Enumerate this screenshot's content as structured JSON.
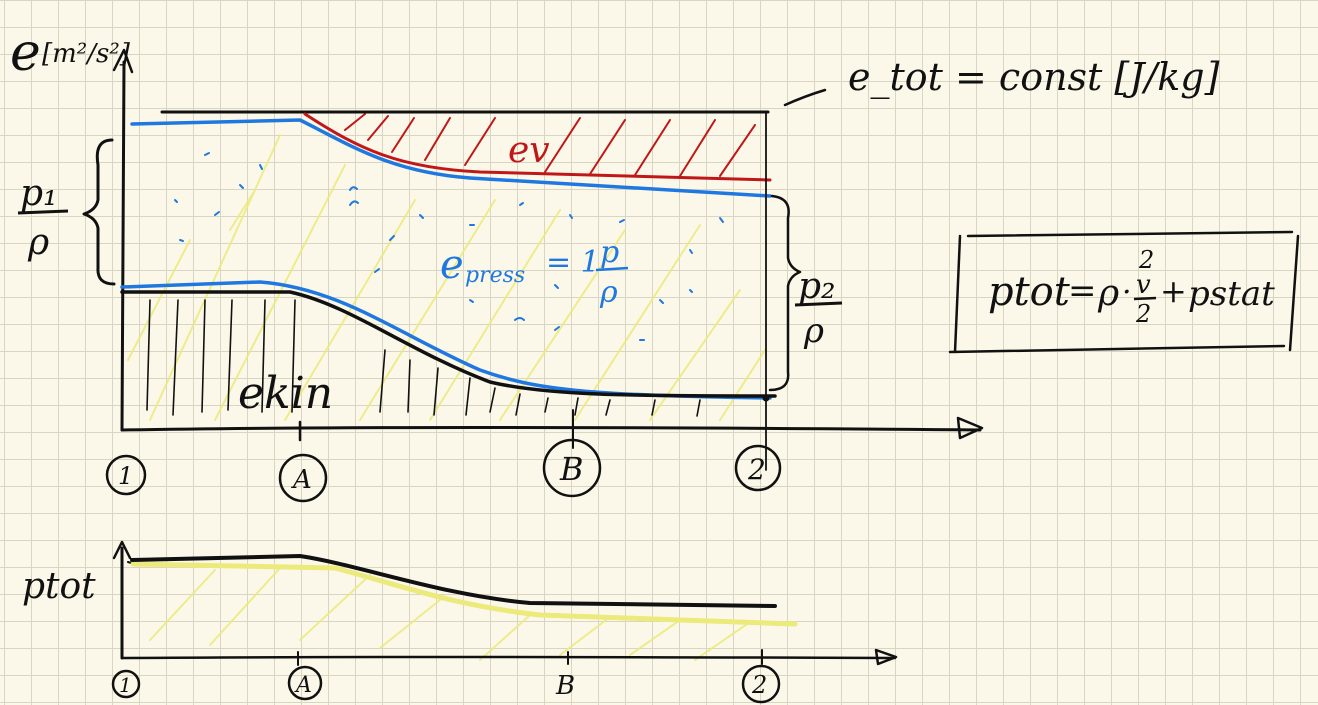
{
  "upper_diagram": {
    "y_axis_label": "e",
    "y_axis_unit": "[m²/s²]",
    "e_tot_label": "e_tot = const  [J/kg]",
    "e_v_label": "ev",
    "e_press_label": "e_press = 1 p / ρ",
    "e_press_label_main": "e",
    "e_press_label_sub": "press",
    "e_press_label_eq": "= 1",
    "e_press_label_num": "p",
    "e_press_label_den": "ρ",
    "e_kin_label": "ekin",
    "p1_num": "p₁",
    "p1_den": "ρ",
    "p2_num": "p₂",
    "p2_den": "ρ",
    "x_markers": [
      "1",
      "A",
      "B",
      "2"
    ]
  },
  "formula_box": {
    "text": "ptot = ρ · v²/2 + pstat",
    "lhs": "ptot",
    "rho": "ρ",
    "dot": "·",
    "v": "v",
    "sq": "2",
    "two": "2",
    "plus": "+",
    "pstat": "pstat",
    "eq": "="
  },
  "lower_diagram": {
    "y_axis_label": "ptot",
    "x_markers": [
      "1",
      "A",
      "B",
      "2"
    ]
  },
  "colors": {
    "background": "#fbf8ea",
    "grid": "#d9d5c3",
    "ink": "#111111",
    "red": "#c01818",
    "blue": "#1e78e0",
    "yellow": "#ecea7a"
  }
}
